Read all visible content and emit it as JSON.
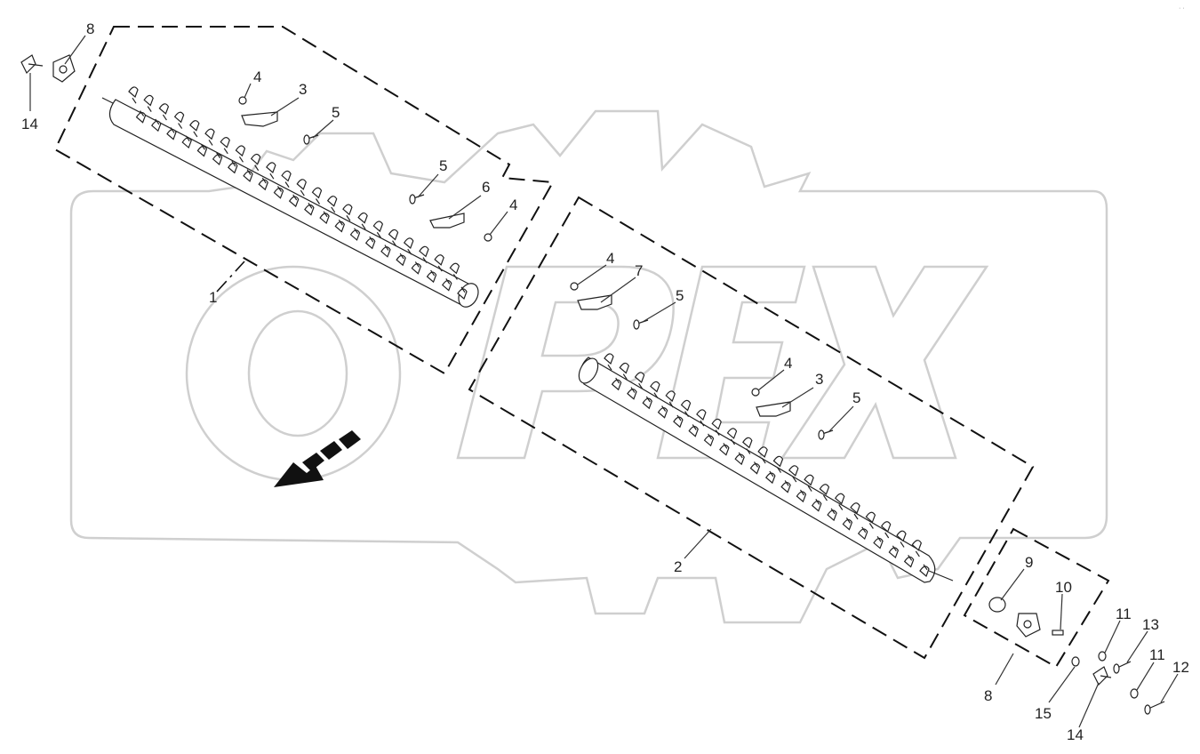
{
  "watermark": {
    "text": "OPEX",
    "color": "#c9c9c9"
  },
  "corner_mark": "· ·",
  "callouts": {
    "c1": "1",
    "c2": "2",
    "c3a": "3",
    "c3b": "3",
    "c4a": "4",
    "c4b": "4",
    "c4c": "4",
    "c4d": "4",
    "c5a": "5",
    "c5b": "5",
    "c5c": "5",
    "c5d": "5",
    "c6": "6",
    "c7": "7",
    "c8a": "8",
    "c8b": "8",
    "c9": "9",
    "c10": "10",
    "c11a": "11",
    "c11b": "11",
    "c12": "12",
    "c13": "13",
    "c14a": "14",
    "c14b": "14",
    "c15": "15"
  }
}
